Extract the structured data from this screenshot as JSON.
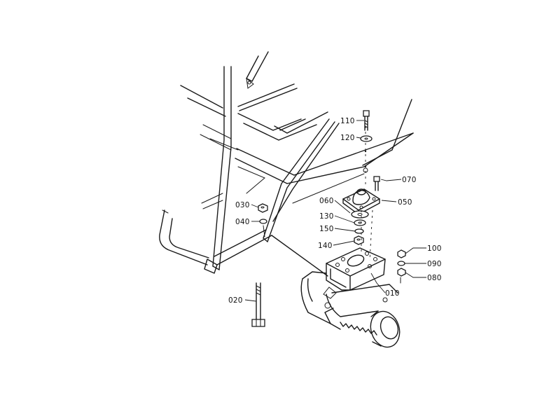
{
  "callouts": {
    "p010": "010",
    "p020": "020",
    "p030": "030",
    "p040": "040",
    "p050": "050",
    "p060": "060",
    "p070": "070",
    "p080": "080",
    "p090": "090",
    "p100": "100",
    "p110": "110",
    "p120": "120",
    "p130": "130",
    "p140": "140",
    "p150": "150"
  }
}
